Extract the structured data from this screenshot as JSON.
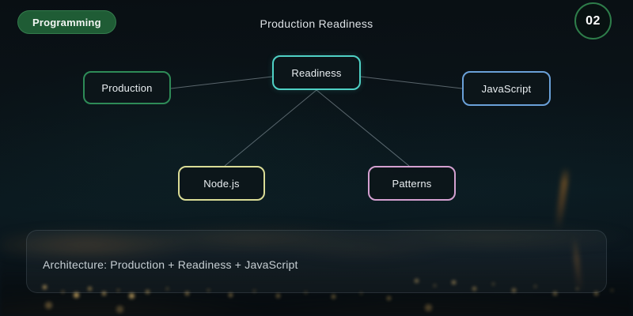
{
  "header": {
    "badge_label": "Programming",
    "title": "Production Readiness",
    "slide_number": "02"
  },
  "colors": {
    "badge_bg": "#1f5c35",
    "slide_circle_border": "#2e7d4a",
    "edge_stroke": "rgba(200,214,224,0.42)"
  },
  "diagram": {
    "nodes": [
      {
        "id": "readiness",
        "label": "Readiness",
        "border_color": "#4fd1c5"
      },
      {
        "id": "production",
        "label": "Production",
        "border_color": "#2e8b57"
      },
      {
        "id": "javascript",
        "label": "JavaScript",
        "border_color": "#6aa0d8"
      },
      {
        "id": "nodejs",
        "label": "Node.js",
        "border_color": "#dadc96"
      },
      {
        "id": "patterns",
        "label": "Patterns",
        "border_color": "#d4a0d0"
      }
    ],
    "edges": [
      {
        "from": "Readiness",
        "to": "Production"
      },
      {
        "from": "Readiness",
        "to": "JavaScript"
      },
      {
        "from": "Readiness",
        "to": "Node.js"
      },
      {
        "from": "Readiness",
        "to": "Patterns"
      }
    ]
  },
  "footer": {
    "caption": "Architecture: Production + Readiness + JavaScript"
  }
}
